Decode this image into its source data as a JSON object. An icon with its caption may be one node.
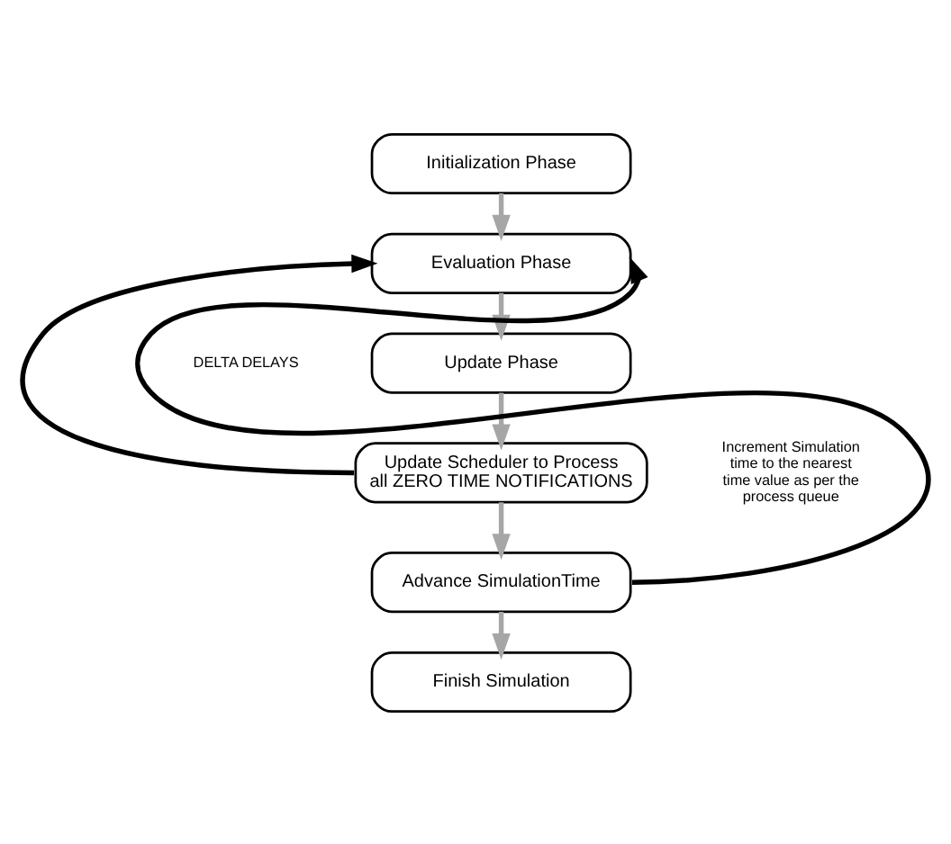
{
  "diagram": {
    "nodes": [
      {
        "text": [
          "Initialization Phase"
        ]
      },
      {
        "text": [
          "Evaluation Phase"
        ]
      },
      {
        "text": [
          "Update Phase"
        ]
      },
      {
        "text": [
          "Update Scheduler to Process all ZERO TIME NOTIFICATIONS"
        ]
      },
      {
        "text": [
          "Advance SimulationTime"
        ]
      },
      {
        "text": [
          "Finish Simulation"
        ]
      }
    ],
    "edges": [
      {
        "from": 0,
        "to": 1,
        "arrow": "to"
      },
      {
        "from": 1,
        "to": 2,
        "arrow": "to"
      },
      {
        "from": 2,
        "to": 3,
        "arrow": "to"
      },
      {
        "from": 3,
        "to": 4,
        "arrow": "to"
      },
      {
        "from": 4,
        "to": 5,
        "arrow": "to"
      },
      {
        "from": 3,
        "to": 1,
        "arrow": "to",
        "color": "#000000"
      },
      {
        "from": 4,
        "to": 1,
        "arrow": "to",
        "color": "#000000"
      }
    ],
    "labels": [
      "DELTA DELAYS",
      "Increment Simulation time to the nearest time value as per the process queue"
    ]
  }
}
